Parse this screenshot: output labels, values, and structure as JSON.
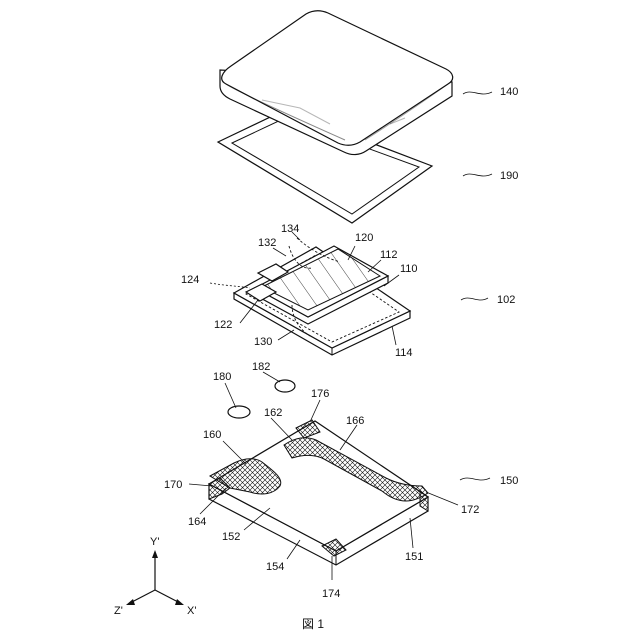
{
  "labels": {
    "l140": "140",
    "l190": "190",
    "l102": "102",
    "l150": "150",
    "l134": "134",
    "l132": "132",
    "l120": "120",
    "l112": "112",
    "l110": "110",
    "l124": "124",
    "l122": "122",
    "l130": "130",
    "l114": "114",
    "l180": "180",
    "l182": "182",
    "l176": "176",
    "l160": "160",
    "l162": "162",
    "l166": "166",
    "l170": "170",
    "l164": "164",
    "l152": "152",
    "l172": "172",
    "l154": "154",
    "l151": "151",
    "l174": "174"
  },
  "axes": {
    "y": "Y'",
    "z": "Z'",
    "x": "X'"
  },
  "caption": "図 1"
}
